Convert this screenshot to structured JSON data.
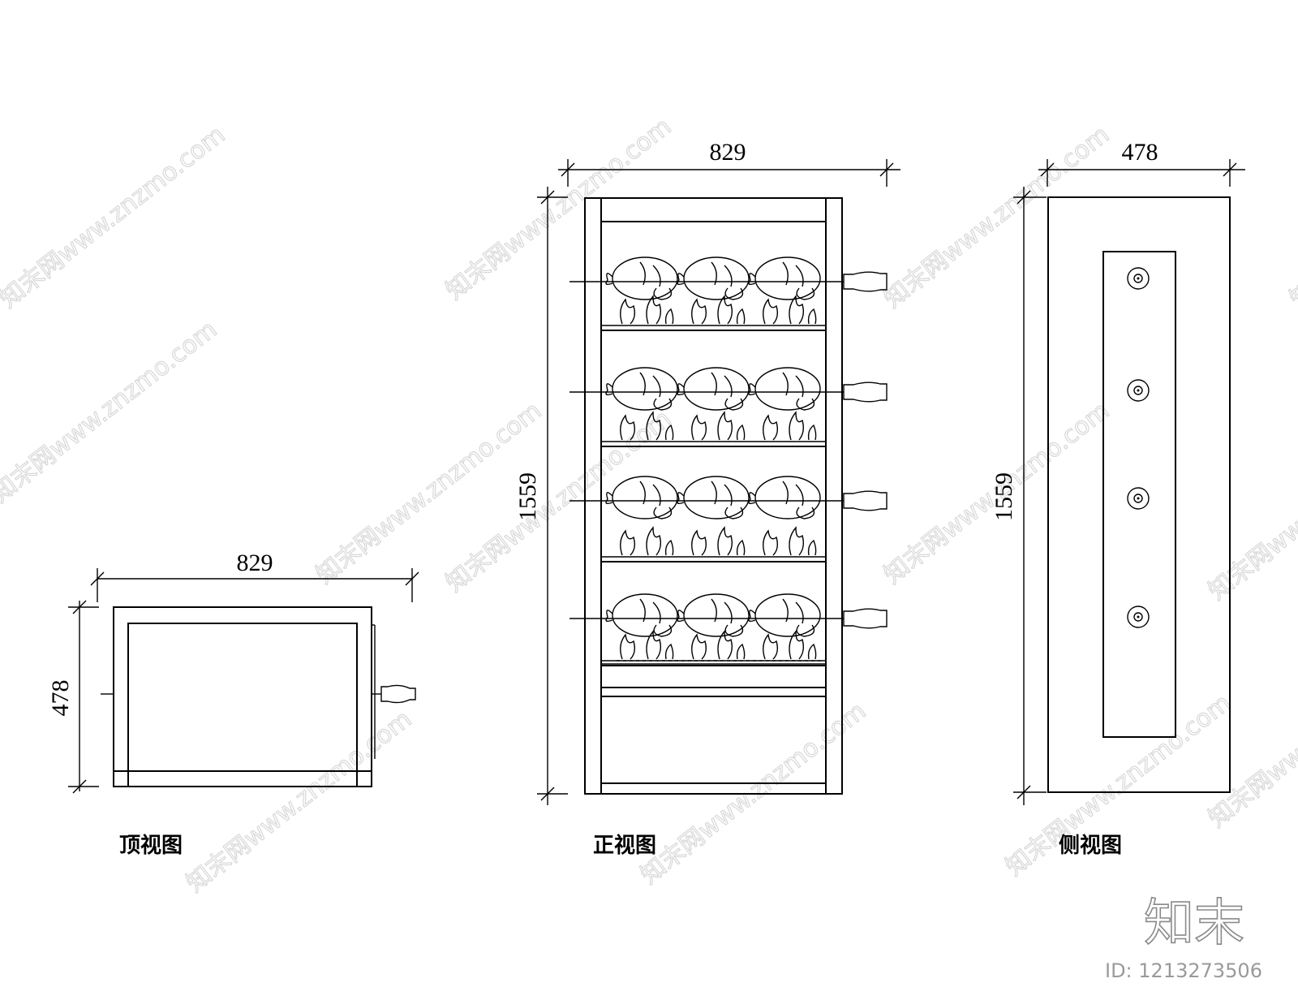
{
  "views": {
    "top": {
      "caption": "顶视图",
      "width_label": "829",
      "depth_label": "478"
    },
    "front": {
      "caption": "正视图",
      "width_label": "829",
      "height_label": "1559",
      "shelf_count": 4,
      "chickens_per_shelf": 3
    },
    "side": {
      "caption": "侧视图",
      "depth_label": "478",
      "height_label": "1559",
      "knob_count": 4
    }
  },
  "watermark": {
    "text": "知末网www.znzmo.com",
    "logo_text": "知末",
    "id_text": "ID: 1213273506"
  }
}
